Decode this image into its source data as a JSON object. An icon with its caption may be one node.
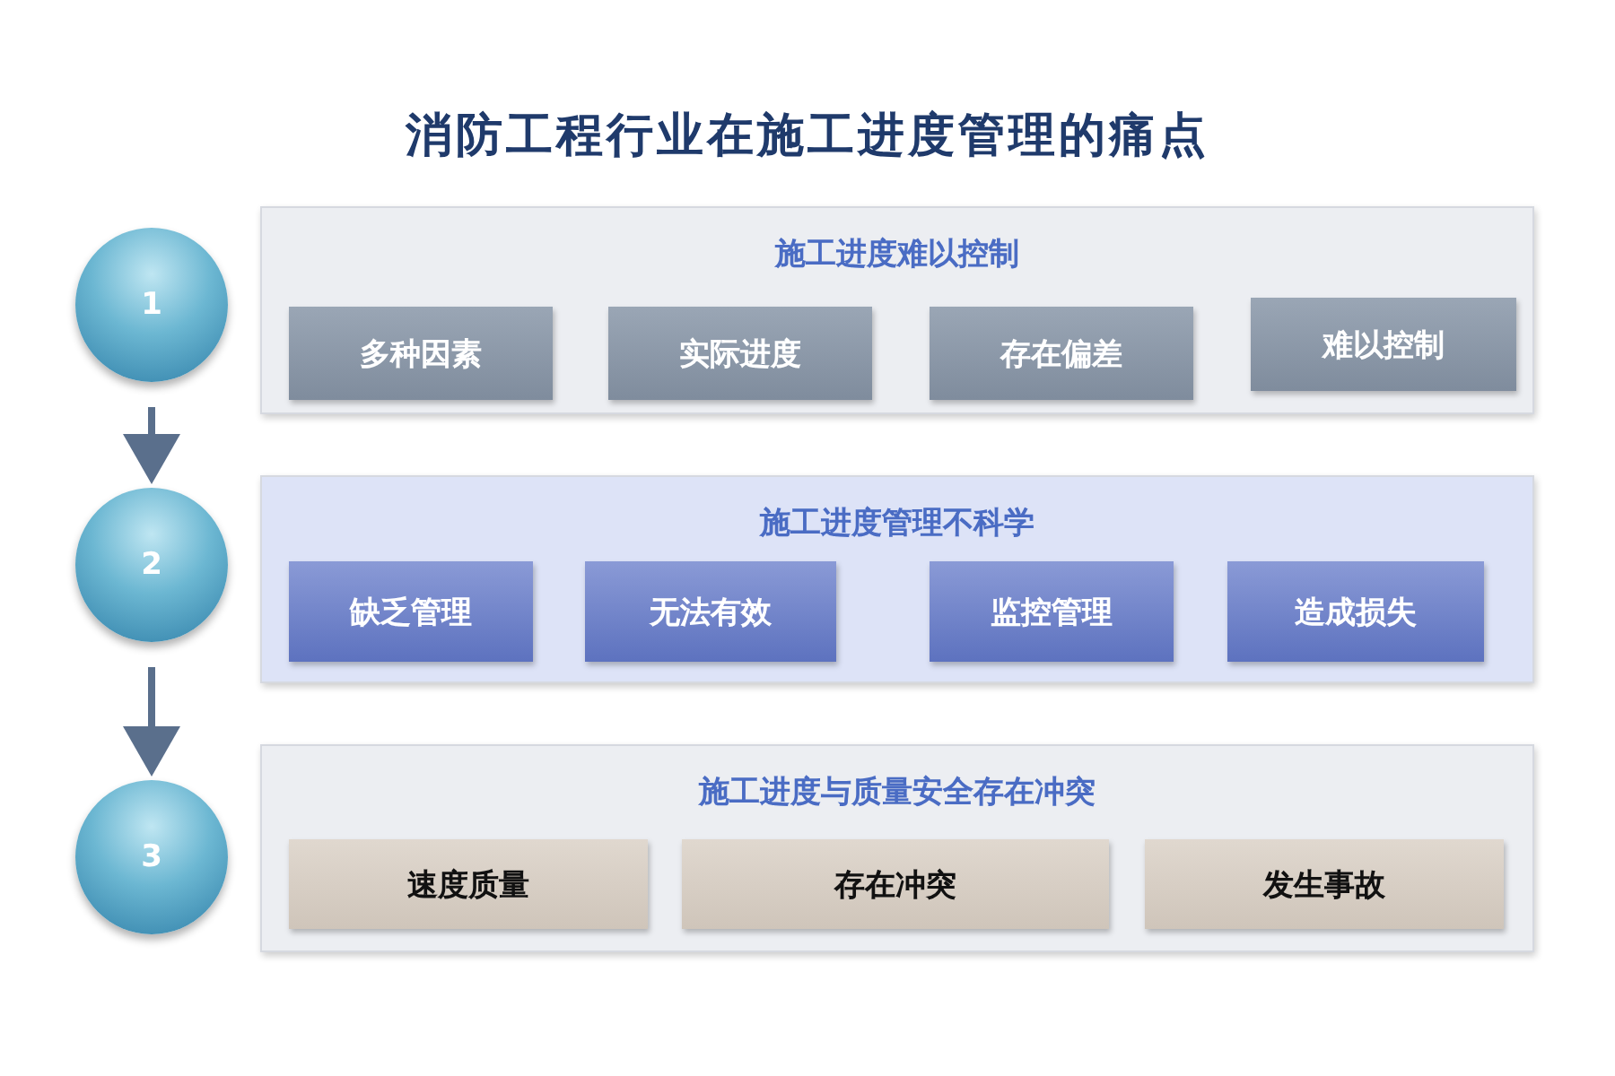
{
  "diagram": {
    "title": "消防工程行业在施工进度管理的痛点",
    "nodes": [
      {
        "text": [
          "1"
        ]
      },
      {
        "text": [
          "施工进度难以控制"
        ]
      },
      {
        "text": [
          "多种因素"
        ],
        "in": 1
      },
      {
        "text": [
          "实际进度"
        ],
        "in": 1
      },
      {
        "text": [
          "存在偏差"
        ],
        "in": 1
      },
      {
        "text": [
          "难以控制"
        ],
        "in": 1
      },
      {
        "text": [
          "2"
        ]
      },
      {
        "text": [
          "施工进度管理不科学"
        ]
      },
      {
        "text": [
          "缺乏管理"
        ],
        "in": 7
      },
      {
        "text": [
          "无法有效"
        ],
        "in": 7
      },
      {
        "text": [
          "监控管理"
        ],
        "in": 7
      },
      {
        "text": [
          "造成损失"
        ],
        "in": 7
      },
      {
        "text": [
          "3"
        ]
      },
      {
        "text": [
          "施工进度与质量安全存在冲突"
        ]
      },
      {
        "text": [
          "速度质量"
        ],
        "in": 13
      },
      {
        "text": [
          "存在冲突"
        ],
        "in": 13
      },
      {
        "text": [
          "发生事故"
        ],
        "in": 13
      }
    ],
    "edges": [
      {
        "from": 0,
        "to": 6,
        "arrow": "to"
      },
      {
        "from": 6,
        "to": 12,
        "arrow": "to"
      }
    ]
  }
}
